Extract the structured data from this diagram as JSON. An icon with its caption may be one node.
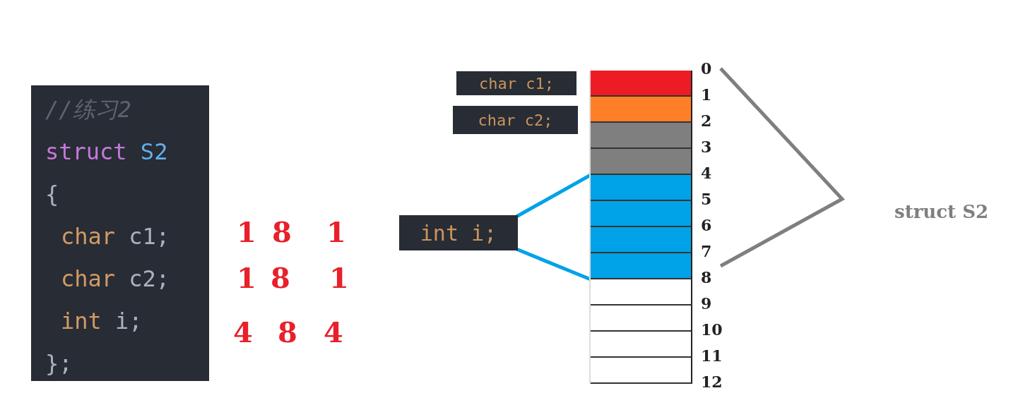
{
  "diagram": {
    "nodes": [
      {
        "text": [
          "//练习2",
          "struct S2",
          "{",
          "char c1;",
          "char c2;",
          "int i;",
          "};"
        ]
      },
      {
        "text": [
          "char c1;"
        ]
      },
      {
        "text": [
          "char c2;"
        ]
      },
      {
        "text": [
          "int i;"
        ]
      },
      {
        "text": [],
        "shape": "box"
      },
      {
        "text": [],
        "shape": "box"
      },
      {
        "text": [],
        "shape": "box"
      },
      {
        "text": [],
        "shape": "box"
      },
      {
        "text": [],
        "shape": "box"
      },
      {
        "text": [],
        "shape": "box"
      },
      {
        "text": [],
        "shape": "box"
      },
      {
        "text": [],
        "shape": "box"
      },
      {
        "text": [],
        "shape": "box"
      },
      {
        "text": [],
        "shape": "box"
      },
      {
        "text": [],
        "shape": "box"
      },
      {
        "text": [],
        "shape": "box"
      }
    ],
    "edges": [
      {
        "from": 3,
        "to": 8,
        "arrow": "none"
      },
      {
        "from": 3,
        "to": 11,
        "arrow": "none"
      }
    ],
    "labels": [
      "1",
      "8",
      "1",
      "1",
      "8",
      "1",
      "4",
      "8",
      "4",
      "0",
      "1",
      "2",
      "3",
      "4",
      "5",
      "6",
      "7",
      "8",
      "9",
      "10",
      "11",
      "12",
      "struct S2"
    ]
  }
}
